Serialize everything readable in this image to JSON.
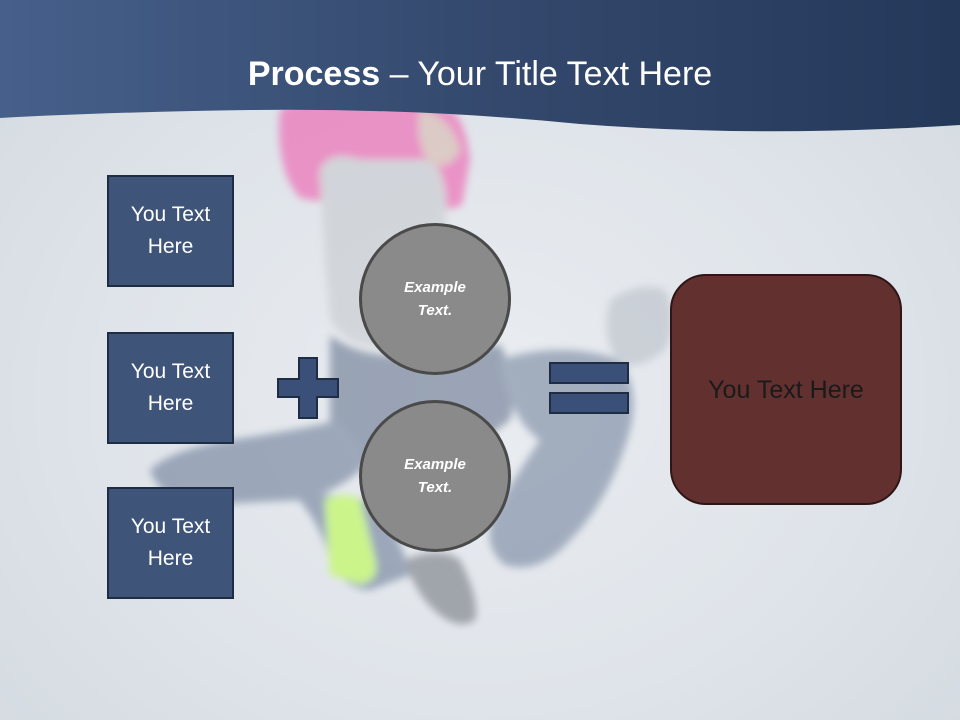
{
  "title": {
    "bold": "Process",
    "rest": " – Your Title Text Here"
  },
  "left_boxes": [
    {
      "label": "You Text Here"
    },
    {
      "label": "You Text Here"
    },
    {
      "label": "You Text Here"
    }
  ],
  "circles": [
    {
      "label": "Example Text."
    },
    {
      "label": "Example Text."
    }
  ],
  "result": {
    "label": "You Text Here"
  },
  "icons": {
    "plus": "plus-icon",
    "equals": "equals-icon"
  },
  "colors": {
    "header": "#34496d",
    "text_box": "#3f5479",
    "circle": "#8a8a8a",
    "result_box": "#633030",
    "operator": "#3b5078"
  }
}
